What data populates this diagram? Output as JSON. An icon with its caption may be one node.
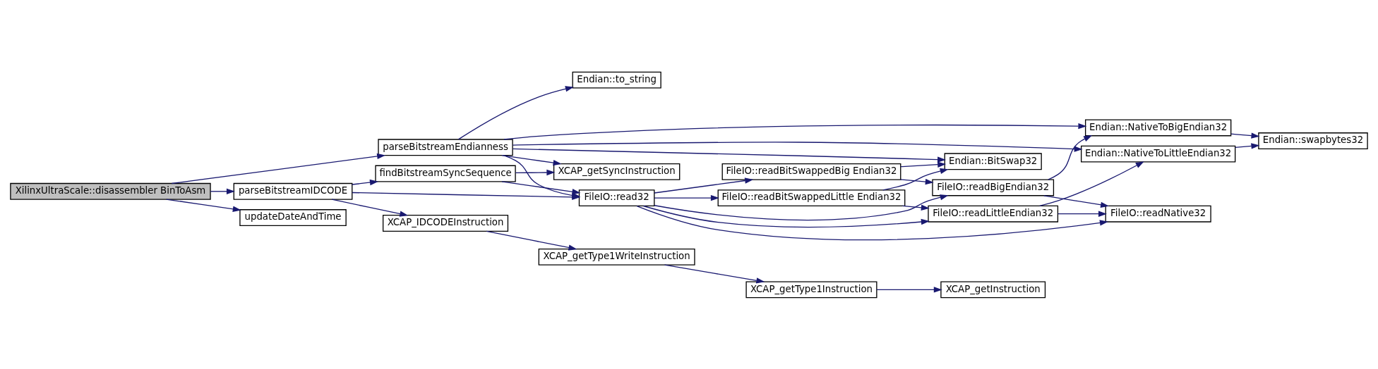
{
  "diagram": {
    "nodes": [
      {
        "text": [
          "XilinxUltraScale::disassembler BinToAsm"
        ]
      },
      {
        "text": [
          "parseBitstreamEndianness"
        ]
      },
      {
        "text": [
          "parseBitstreamIDCODE"
        ]
      },
      {
        "text": [
          "updateDateAndTime"
        ]
      },
      {
        "text": [
          "Endian::to_string"
        ]
      },
      {
        "text": [
          "findBitstreamSyncSequence"
        ]
      },
      {
        "text": [
          "XCAP_getSyncInstruction"
        ]
      },
      {
        "text": [
          "FileIO::read32"
        ]
      },
      {
        "text": [
          "XCAP_IDCODEInstruction"
        ]
      },
      {
        "text": [
          "XCAP_getType1WriteInstruction"
        ]
      },
      {
        "text": [
          "XCAP_getType1Instruction"
        ]
      },
      {
        "text": [
          "XCAP_getInstruction"
        ]
      },
      {
        "text": [
          "FileIO::readBitSwappedLittle Endian32"
        ]
      },
      {
        "text": [
          "FileIO::readBitSwappedBig Endian32"
        ]
      },
      {
        "text": [
          "Endian::BitSwap32"
        ]
      },
      {
        "text": [
          "FileIO::readLittleEndian32"
        ]
      },
      {
        "text": [
          "FileIO::readBigEndian32"
        ]
      },
      {
        "text": [
          "Endian::NativeToLittleEndian32"
        ]
      },
      {
        "text": [
          "Endian::NativeToBigEndian32"
        ]
      },
      {
        "text": [
          "FileIO::readNative32"
        ]
      },
      {
        "text": [
          "Endian::swapbytes32"
        ]
      }
    ],
    "edges": [
      {
        "from": 0,
        "to": 1,
        "arrow": "to"
      },
      {
        "from": 0,
        "to": 2,
        "arrow": "to"
      },
      {
        "from": 0,
        "to": 3,
        "arrow": "to"
      },
      {
        "from": 1,
        "to": 4,
        "arrow": "to"
      },
      {
        "from": 1,
        "to": 17,
        "arrow": "to"
      },
      {
        "from": 1,
        "to": 18,
        "arrow": "to"
      },
      {
        "from": 1,
        "to": 14,
        "arrow": "to"
      },
      {
        "from": 1,
        "to": 6,
        "arrow": "to"
      },
      {
        "from": 1,
        "to": 7,
        "arrow": "to"
      },
      {
        "from": 2,
        "to": 5,
        "arrow": "to"
      },
      {
        "from": 2,
        "to": 7,
        "arrow": "to"
      },
      {
        "from": 2,
        "to": 8,
        "arrow": "to"
      },
      {
        "from": 5,
        "to": 6,
        "arrow": "to"
      },
      {
        "from": 5,
        "to": 7,
        "arrow": "to"
      },
      {
        "from": 7,
        "to": 12,
        "arrow": "to"
      },
      {
        "from": 7,
        "to": 13,
        "arrow": "to"
      },
      {
        "from": 7,
        "to": 15,
        "arrow": "to"
      },
      {
        "from": 7,
        "to": 16,
        "arrow": "to"
      },
      {
        "from": 7,
        "to": 19,
        "arrow": "to"
      },
      {
        "from": 8,
        "to": 9,
        "arrow": "to"
      },
      {
        "from": 9,
        "to": 10,
        "arrow": "to"
      },
      {
        "from": 10,
        "to": 11,
        "arrow": "to"
      },
      {
        "from": 12,
        "to": 14,
        "arrow": "to"
      },
      {
        "from": 12,
        "to": 15,
        "arrow": "to"
      },
      {
        "from": 13,
        "to": 14,
        "arrow": "to"
      },
      {
        "from": 13,
        "to": 16,
        "arrow": "to"
      },
      {
        "from": 15,
        "to": 17,
        "arrow": "to"
      },
      {
        "from": 15,
        "to": 19,
        "arrow": "to"
      },
      {
        "from": 16,
        "to": 18,
        "arrow": "to"
      },
      {
        "from": 16,
        "to": 19,
        "arrow": "to"
      },
      {
        "from": 17,
        "to": 20,
        "arrow": "to"
      },
      {
        "from": 18,
        "to": 20,
        "arrow": "to"
      }
    ]
  }
}
